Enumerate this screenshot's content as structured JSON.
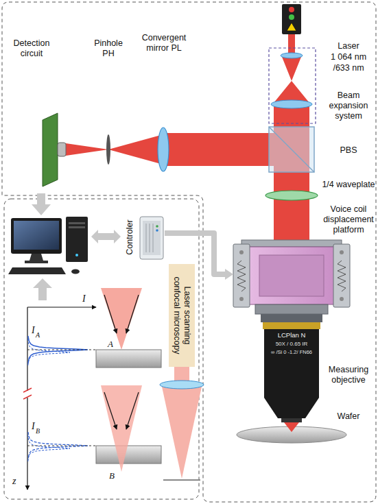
{
  "diagram": {
    "nodes": [
      {
        "text": [
          "Controler"
        ]
      },
      {
        "text": [
          "Voice coil displacement platform"
        ]
      },
      {
        "text": [
          "Laser scanning confocal microscopy"
        ]
      }
    ],
    "edges": [
      {
        "from": 0,
        "to": 1,
        "arrow": "to"
      }
    ],
    "labels": [
      "Laser",
      "1 064 nm",
      "/633 nm",
      "Beam expansion system",
      "PBS",
      "1/4 waveplate",
      "Measuring objective",
      "Wafer",
      "LCPlan N",
      "50X / 0.65 IR",
      "∞ /Si 0 -1.2/ FN66",
      "Convergent mirror PL",
      "Pinhole PH",
      "Detection circuit",
      "I",
      "z",
      "I",
      "A",
      "I",
      "B",
      "A",
      "B"
    ]
  }
}
